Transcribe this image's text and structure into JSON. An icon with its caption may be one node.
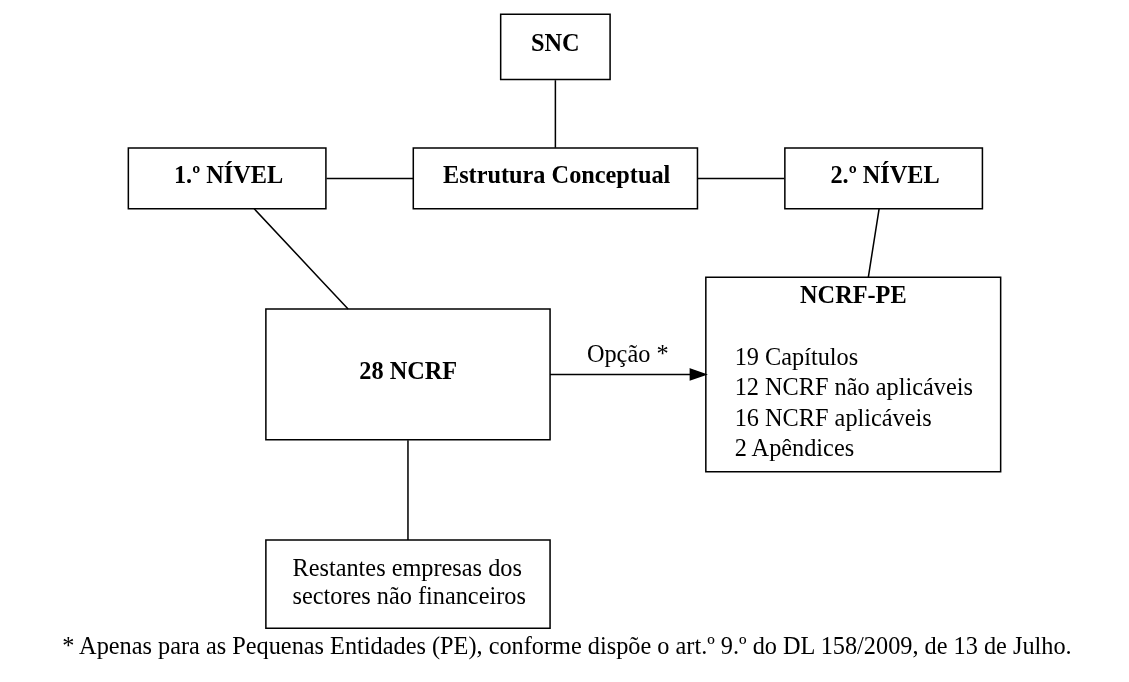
{
  "diagram": {
    "caption": "* Apenas para as Pequenas Entidades (PE), conforme dispõe o art.º 9.º do DL 158/2009, de 13 de Julho.",
    "nodes": [
      {
        "text": [
          "SNC"
        ]
      },
      {
        "text": [
          "1.º NÍVEL"
        ]
      },
      {
        "text": [
          "Estrutura Conceptual"
        ]
      },
      {
        "text": [
          "2.º NÍVEL"
        ]
      },
      {
        "text": [
          "28 NCRF"
        ]
      },
      {
        "text": [
          "NCRF-PE",
          "19 Capítulos",
          "12 NCRF não aplicáveis",
          "16 NCRF aplicáveis",
          "2 Apêndices"
        ]
      },
      {
        "text": [
          "Restantes empresas dos sectores não financeiros"
        ]
      }
    ],
    "edges": [
      {
        "from": 0,
        "to": 2,
        "arrow": "none"
      },
      {
        "from": 1,
        "to": 2,
        "arrow": "none"
      },
      {
        "from": 2,
        "to": 3,
        "arrow": "none"
      },
      {
        "from": 1,
        "to": 4,
        "arrow": "none"
      },
      {
        "from": 3,
        "to": 5,
        "arrow": "none"
      },
      {
        "from": 4,
        "to": 5,
        "arrow": "to",
        "label": "Opção *"
      },
      {
        "from": 4,
        "to": 6,
        "arrow": "none"
      }
    ]
  }
}
